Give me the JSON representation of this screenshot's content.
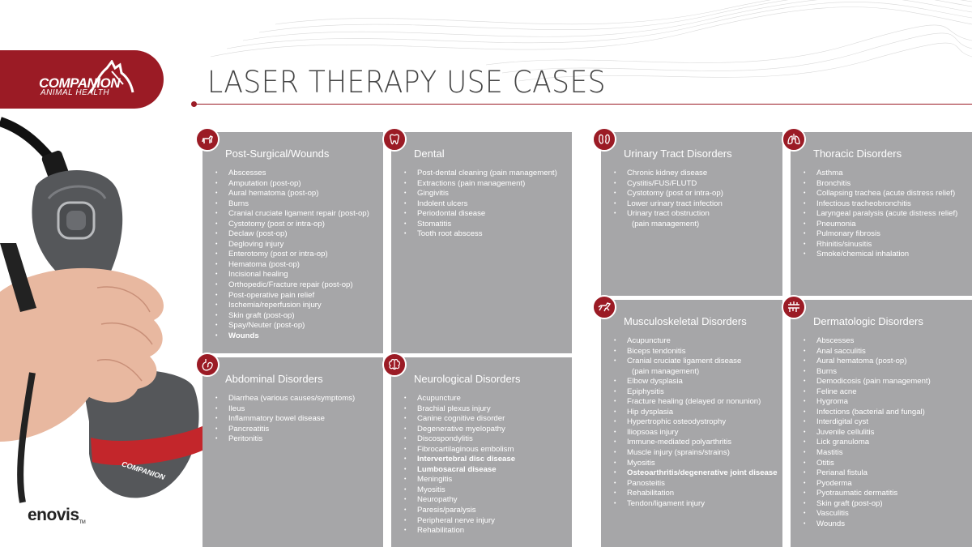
{
  "brand": {
    "name": "COMPANION",
    "subtitle": "ANIMAL HEALTH",
    "partner": "enovis",
    "partner_mark": "TM",
    "device_label": "COMPANION",
    "colors": {
      "brand_red": "#9b1b25",
      "panel_gray": "#a6a6a8",
      "title_gray": "#444444"
    }
  },
  "page": {
    "title": "LASER THERAPY USE CASES"
  },
  "panels": [
    {
      "title": "Post-Surgical/Wounds",
      "icon": "dog-icon",
      "items": [
        {
          "t": "Abscesses"
        },
        {
          "t": "Amputation (post-op)"
        },
        {
          "t": "Aural hematoma (post-op)"
        },
        {
          "t": "Burns"
        },
        {
          "t": "Cranial cruciate ligament repair (post-op)"
        },
        {
          "t": "Cystotomy (post or intra-op)"
        },
        {
          "t": "Declaw (post-op)"
        },
        {
          "t": "Degloving injury"
        },
        {
          "t": "Enterotomy (post or intra-op)"
        },
        {
          "t": "Hematoma (post-op)"
        },
        {
          "t": "Incisional healing"
        },
        {
          "t": "Orthopedic/Fracture repair (post-op)"
        },
        {
          "t": "Post-operative pain relief"
        },
        {
          "t": "Ischemia/reperfusion injury"
        },
        {
          "t": "Skin graft (post-op)"
        },
        {
          "t": "Spay/Neuter (post-op)"
        },
        {
          "t": "Wounds",
          "b": true
        }
      ]
    },
    {
      "title": "Dental",
      "icon": "tooth-icon",
      "items": [
        {
          "t": "Post-dental cleaning (pain management)"
        },
        {
          "t": "Extractions (pain management)"
        },
        {
          "t": "Gingivitis"
        },
        {
          "t": "Indolent ulcers"
        },
        {
          "t": "Periodontal disease"
        },
        {
          "t": "Stomatitis"
        },
        {
          "t": "Tooth root abscess"
        }
      ]
    },
    {
      "title": "Urinary Tract Disorders",
      "icon": "kidney-icon",
      "items": [
        {
          "t": "Chronic kidney disease"
        },
        {
          "t": "Cystitis/FUS/FLUTD"
        },
        {
          "t": "Cystotomy (post or intra-op)"
        },
        {
          "t": "Lower urinary tract infection"
        },
        {
          "t": "Urinary tract obstruction"
        },
        {
          "t": "(pain management)",
          "c": true
        }
      ]
    },
    {
      "title": "Thoracic Disorders",
      "icon": "lungs-icon",
      "items": [
        {
          "t": "Asthma"
        },
        {
          "t": "Bronchitis"
        },
        {
          "t": "Collapsing trachea (acute distress relief)"
        },
        {
          "t": "Infectious tracheobronchitis"
        },
        {
          "t": "Laryngeal paralysis (acute distress relief)"
        },
        {
          "t": "Pneumonia"
        },
        {
          "t": "Pulmonary fibrosis"
        },
        {
          "t": "Rhinitis/sinusitis"
        },
        {
          "t": "Smoke/chemical inhalation"
        }
      ]
    },
    {
      "title": "Abdominal Disorders",
      "icon": "stomach-icon",
      "items": [
        {
          "t": "Diarrhea (various causes/symptoms)"
        },
        {
          "t": "Ileus"
        },
        {
          "t": "Inflammatory bowel disease"
        },
        {
          "t": "Pancreatitis"
        },
        {
          "t": "Peritonitis"
        }
      ]
    },
    {
      "title": "Neurological Disorders",
      "icon": "brain-icon",
      "items": [
        {
          "t": "Acupuncture"
        },
        {
          "t": "Brachial plexus injury"
        },
        {
          "t": "Canine cognitive disorder"
        },
        {
          "t": "Degenerative myelopathy"
        },
        {
          "t": "Discospondylitis"
        },
        {
          "t": "Fibrocartilaginous embolism"
        },
        {
          "t": "Intervertebral disc disease",
          "b": true
        },
        {
          "t": "Lumbosacral disease",
          "b": true
        },
        {
          "t": "Meningitis"
        },
        {
          "t": "Myositis"
        },
        {
          "t": "Neuropathy"
        },
        {
          "t": "Paresis/paralysis"
        },
        {
          "t": "Peripheral nerve injury"
        },
        {
          "t": "Rehabilitation"
        }
      ]
    },
    {
      "title": "Musculoskeletal Disorders",
      "icon": "running-dog-icon",
      "items": [
        {
          "t": "Acupuncture"
        },
        {
          "t": "Biceps tendonitis"
        },
        {
          "t": "Cranial cruciate ligament disease"
        },
        {
          "t": "(pain management)",
          "c": true
        },
        {
          "t": "Elbow dysplasia"
        },
        {
          "t": "Epiphysitis"
        },
        {
          "t": "Fracture healing (delayed or nonunion)"
        },
        {
          "t": "Hip dysplasia"
        },
        {
          "t": "Hypertrophic osteodystrophy"
        },
        {
          "t": "Iliopsoas injury"
        },
        {
          "t": "Immune-mediated polyarthritis"
        },
        {
          "t": "Muscle injury (sprains/strains)"
        },
        {
          "t": "Myositis"
        },
        {
          "t": "Osteoarthritis/degenerative joint disease",
          "b": true
        },
        {
          "t": "Panosteitis"
        },
        {
          "t": "Rehabilitation"
        },
        {
          "t": "Tendon/ligament injury"
        }
      ]
    },
    {
      "title": "Dermatologic Disorders",
      "icon": "skin-layers-icon",
      "items": [
        {
          "t": "Abscesses"
        },
        {
          "t": "Anal sacculitis"
        },
        {
          "t": "Aural hematoma (post-op)"
        },
        {
          "t": "Burns"
        },
        {
          "t": "Demodicosis (pain management)"
        },
        {
          "t": "Feline acne"
        },
        {
          "t": "Hygroma"
        },
        {
          "t": "Infections (bacterial and fungal)"
        },
        {
          "t": "Interdigital cyst"
        },
        {
          "t": "Juvenile cellulitis"
        },
        {
          "t": "Lick granuloma"
        },
        {
          "t": "Mastitis"
        },
        {
          "t": "Otitis"
        },
        {
          "t": "Perianal fistula"
        },
        {
          "t": "Pyoderma"
        },
        {
          "t": "Pyotraumatic dermatitis"
        },
        {
          "t": "Skin graft (post-op)"
        },
        {
          "t": "Vasculitis"
        },
        {
          "t": "Wounds"
        }
      ]
    }
  ]
}
